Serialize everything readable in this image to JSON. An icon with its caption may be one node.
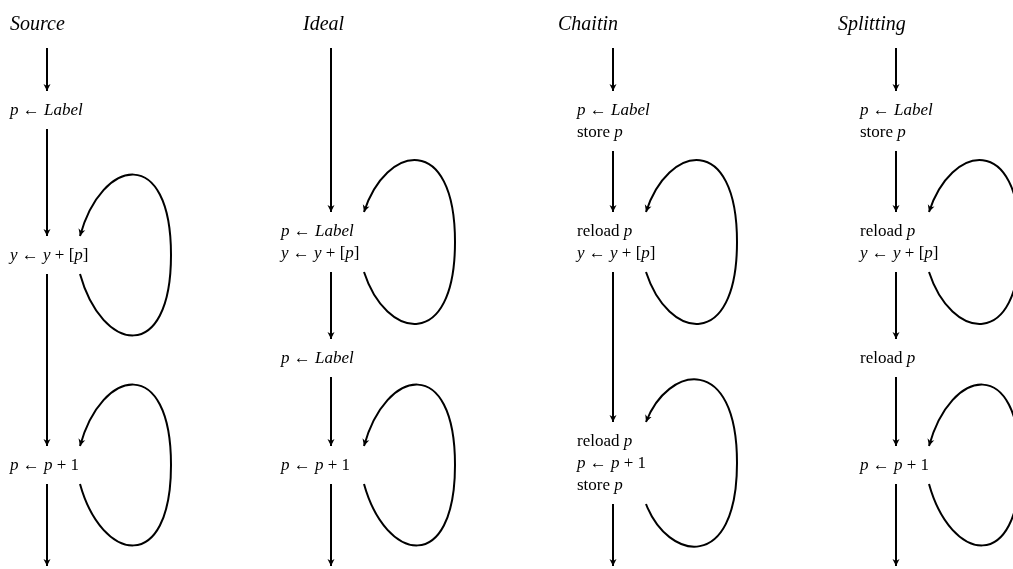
{
  "diagram": {
    "nodes": [
      {
        "text": [
          "*p* ← *Label*"
        ]
      },
      {
        "text": [
          "*y* ← *y* + [*p*]"
        ]
      },
      {
        "text": [
          "*p* ← *p* + 1"
        ]
      },
      {
        "text": [
          "*p* ← *Label*",
          "*y* ← *y* + [*p*]"
        ]
      },
      {
        "text": [
          "*p* ← *Label*"
        ]
      },
      {
        "text": [
          "*p* ← *p* + 1"
        ]
      },
      {
        "text": [
          "*p* ← *Label*",
          "store *p*"
        ]
      },
      {
        "text": [
          "reload *p*",
          "*y* ← *y* + [*p*]"
        ]
      },
      {
        "text": [
          "reload *p*",
          "*p* ← *p* + 1",
          "store *p*"
        ]
      },
      {
        "text": [
          "*p* ← *Label*",
          "store *p*"
        ]
      },
      {
        "text": [
          "reload *p*",
          "*y* ← *y* + [*p*]"
        ]
      },
      {
        "text": [
          "reload *p*"
        ]
      },
      {
        "text": [
          "*p* ← *p* + 1"
        ]
      }
    ],
    "edges": [
      {
        "from": null,
        "to": 0,
        "arrow": "to"
      },
      {
        "from": 0,
        "to": 1,
        "arrow": "to"
      },
      {
        "from": 1,
        "to": 1,
        "arrow": "to"
      },
      {
        "from": 1,
        "to": 2,
        "arrow": "to"
      },
      {
        "from": 2,
        "to": 2,
        "arrow": "to"
      },
      {
        "from": 2,
        "to": null,
        "arrow": "to"
      },
      {
        "from": null,
        "to": 3,
        "arrow": "to"
      },
      {
        "from": 3,
        "to": 3,
        "arrow": "to"
      },
      {
        "from": 3,
        "to": 4,
        "arrow": "to"
      },
      {
        "from": 4,
        "to": 5,
        "arrow": "to"
      },
      {
        "from": 5,
        "to": 5,
        "arrow": "to"
      },
      {
        "from": 5,
        "to": null,
        "arrow": "to"
      },
      {
        "from": null,
        "to": 6,
        "arrow": "to"
      },
      {
        "from": 6,
        "to": 7,
        "arrow": "to"
      },
      {
        "from": 7,
        "to": 7,
        "arrow": "to"
      },
      {
        "from": 7,
        "to": 8,
        "arrow": "to"
      },
      {
        "from": 8,
        "to": 8,
        "arrow": "to"
      },
      {
        "from": 8,
        "to": null,
        "arrow": "to"
      },
      {
        "from": null,
        "to": 9,
        "arrow": "to"
      },
      {
        "from": 9,
        "to": 10,
        "arrow": "to"
      },
      {
        "from": 10,
        "to": 10,
        "arrow": "to"
      },
      {
        "from": 10,
        "to": 11,
        "arrow": "to"
      },
      {
        "from": 11,
        "to": 12,
        "arrow": "to"
      },
      {
        "from": 12,
        "to": 12,
        "arrow": "to"
      },
      {
        "from": 12,
        "to": null,
        "arrow": "to"
      }
    ],
    "labels": [
      "Source",
      "Ideal",
      "Chaitin",
      "Splitting"
    ]
  }
}
